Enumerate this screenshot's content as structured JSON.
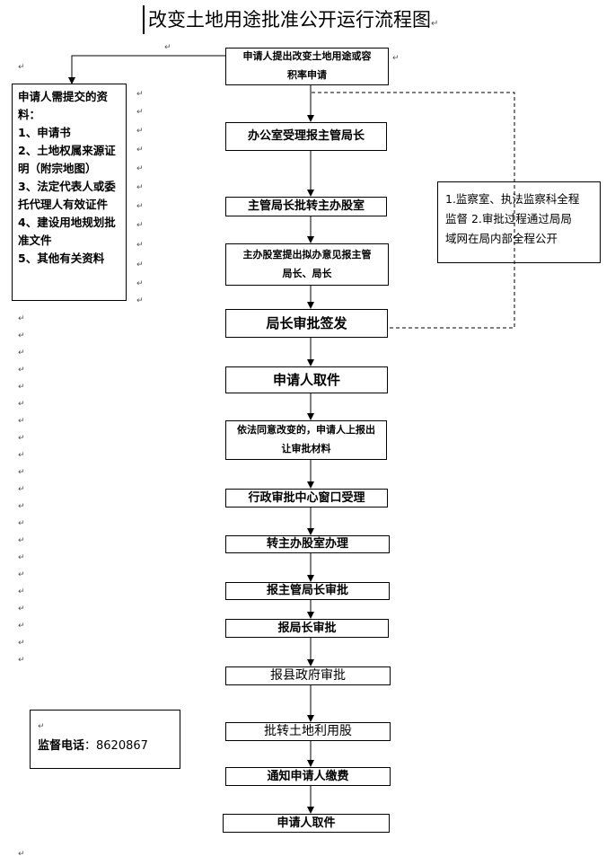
{
  "title": "改变土地用途批准公开运行流程图",
  "materials": {
    "heading": [
      "申请人需提交的资",
      "料："
    ],
    "items": [
      "1、申请书",
      "2、土地权属来源证",
      "明（附宗地图）",
      "3、法定代表人或委",
      "托代理人有效证件",
      "4、建设用地规划批",
      "准文件",
      "5、其他有关资料"
    ]
  },
  "supervision": {
    "lines": [
      "1.监察室、执法监察科全程",
      "监督  2.审批过程通过局局",
      "域网在局内部全程公开"
    ]
  },
  "phone": {
    "label": "监督电话",
    "value": "：8620867"
  },
  "steps": [
    {
      "id": "s1",
      "lines": [
        "申请人提出改变土地用途或容",
        "积率申请"
      ]
    },
    {
      "id": "s2",
      "lines": [
        "办公室受理报主管局长"
      ]
    },
    {
      "id": "s3",
      "lines": [
        "主管局长批转主办股室"
      ]
    },
    {
      "id": "s4",
      "lines": [
        "主办股室提出拟办意见报主管",
        "局长、局长"
      ]
    },
    {
      "id": "s5",
      "lines": [
        "局长审批签发"
      ]
    },
    {
      "id": "s6",
      "lines": [
        "申请人取件"
      ]
    },
    {
      "id": "s7",
      "lines": [
        "依法同意改变的，申请人上报出",
        "让审批材料"
      ]
    },
    {
      "id": "s8",
      "lines": [
        "行政审批中心窗口受理"
      ]
    },
    {
      "id": "s9",
      "lines": [
        "转主办股室办理"
      ]
    },
    {
      "id": "s10",
      "lines": [
        "报主管局长审批"
      ]
    },
    {
      "id": "s11",
      "lines": [
        "报局长审批"
      ]
    },
    {
      "id": "s12",
      "lines": [
        "报县政府审批"
      ]
    },
    {
      "id": "s13",
      "lines": [
        "批转土地利用股"
      ]
    },
    {
      "id": "s14",
      "lines": [
        "通知申请人缴费"
      ]
    },
    {
      "id": "s15",
      "lines": [
        "申请人取件"
      ]
    }
  ]
}
